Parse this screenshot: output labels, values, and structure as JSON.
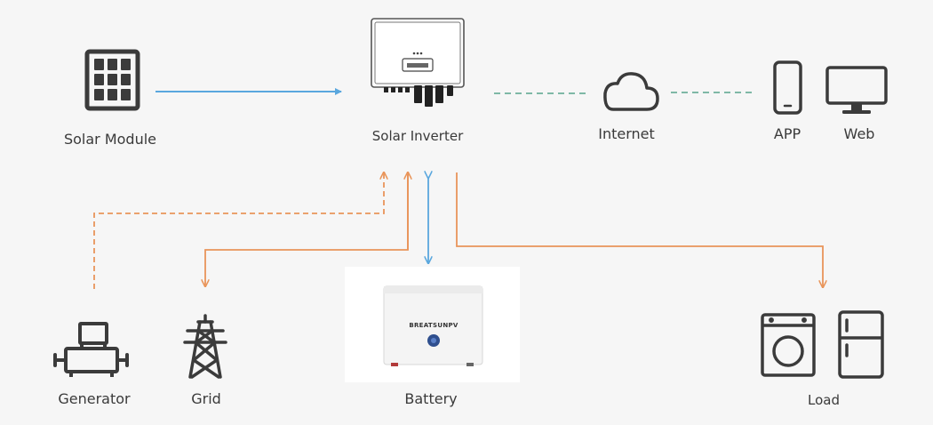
{
  "labels": {
    "solar_module": "Solar Module",
    "solar_inverter": "Solar Inverter",
    "internet": "Internet",
    "app": "APP",
    "web": "Web",
    "generator": "Generator",
    "grid": "Grid",
    "battery": "Battery",
    "load": "Load"
  },
  "battery_brand": "BREATSUNPV",
  "colors": {
    "background": "#f6f6f6",
    "icon": "#3b3b3b",
    "dc_flow": "#5aa7de",
    "ac_flow": "#e9955a",
    "network": "#7fb8a6"
  }
}
